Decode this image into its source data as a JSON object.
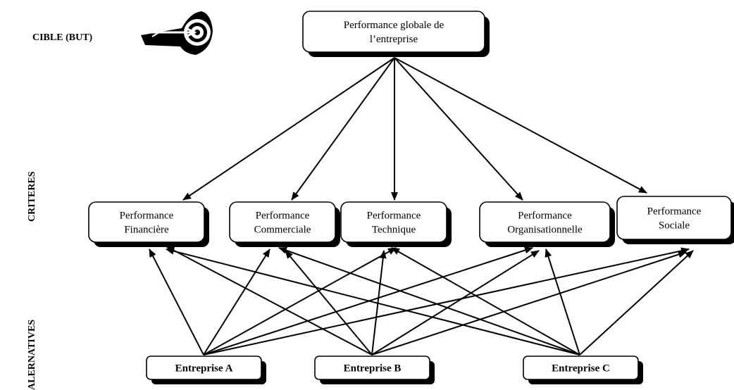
{
  "goal_label": "CIBLE (BUT)",
  "level_labels": {
    "criteria": "CRITERES",
    "alternatives": "ALERNATIVES"
  },
  "goal": {
    "id": "goal",
    "lines": [
      "Performance globale de",
      "l’entreprise"
    ]
  },
  "criteria": [
    {
      "id": "fin",
      "lines": [
        "Performance",
        "Financière"
      ]
    },
    {
      "id": "com",
      "lines": [
        "Performance",
        "Commerciale"
      ]
    },
    {
      "id": "tec",
      "lines": [
        "Performance",
        "Technique"
      ]
    },
    {
      "id": "org",
      "lines": [
        "Performance",
        "Organisationnelle"
      ]
    },
    {
      "id": "soc",
      "lines": [
        "Performance",
        "Sociale"
      ]
    }
  ],
  "alternatives": [
    {
      "id": "A",
      "lines": [
        "Entreprise A"
      ]
    },
    {
      "id": "B",
      "lines": [
        "Entreprise B"
      ]
    },
    {
      "id": "C",
      "lines": [
        "Entreprise C"
      ]
    }
  ],
  "edges": [
    {
      "from": "goal",
      "to": "fin"
    },
    {
      "from": "goal",
      "to": "com"
    },
    {
      "from": "goal",
      "to": "tec"
    },
    {
      "from": "goal",
      "to": "org"
    },
    {
      "from": "goal",
      "to": "soc"
    },
    {
      "from": "A",
      "to": "fin"
    },
    {
      "from": "A",
      "to": "com"
    },
    {
      "from": "A",
      "to": "tec"
    },
    {
      "from": "A",
      "to": "org"
    },
    {
      "from": "A",
      "to": "soc"
    },
    {
      "from": "B",
      "to": "fin"
    },
    {
      "from": "B",
      "to": "com"
    },
    {
      "from": "B",
      "to": "tec"
    },
    {
      "from": "B",
      "to": "org"
    },
    {
      "from": "B",
      "to": "soc"
    },
    {
      "from": "C",
      "to": "fin"
    },
    {
      "from": "C",
      "to": "com"
    },
    {
      "from": "C",
      "to": "tec"
    },
    {
      "from": "C",
      "to": "org"
    },
    {
      "from": "C",
      "to": "soc"
    }
  ]
}
